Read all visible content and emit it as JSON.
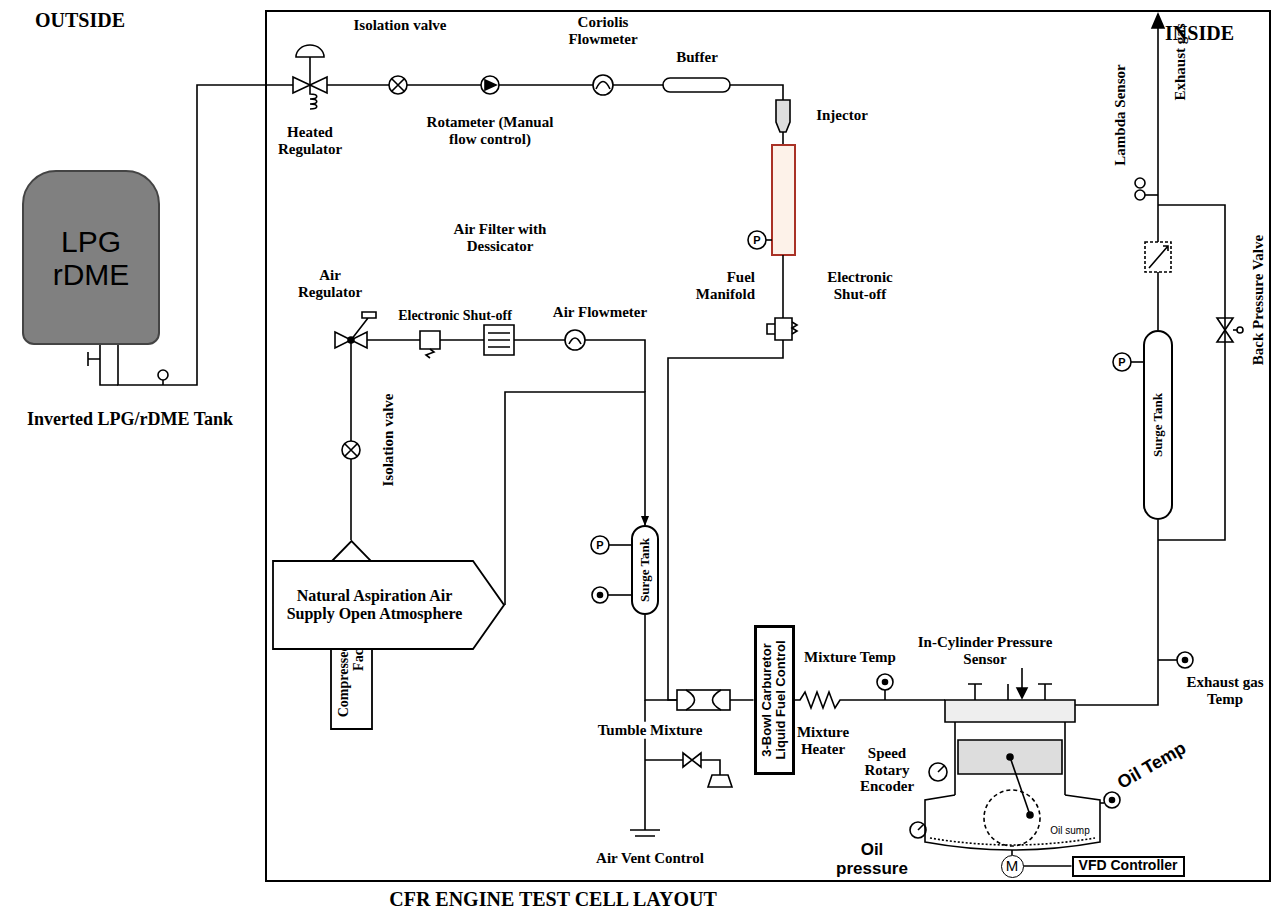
{
  "diagram": {
    "caption": "CFR ENGINE TEST CELL LAYOUT",
    "nodes": [
      {
        "text": [
          "INSIDE"
        ]
      },
      {
        "text": [
          "LPG rDME"
        ]
      },
      {
        "text": [
          "Compressed Air (EECL Facility)"
        ],
        "in": 0
      },
      {
        "text": [
          "Natural Aspiration Air Supply Open Atmosphere"
        ],
        "in": 0
      },
      {
        "text": [
          "Surge Tank"
        ],
        "in": 0
      },
      {
        "text": [
          "3-Bowl Carburetor Liquid Fuel Control"
        ],
        "in": 0
      },
      {
        "text": [
          "Surge Tank"
        ],
        "in": 0
      },
      {
        "text": [
          "M"
        ],
        "in": 0
      },
      {
        "text": [
          "VFD Controller"
        ],
        "in": 0
      }
    ],
    "edges": [
      {
        "from": 3,
        "to": 4,
        "arrow": "to"
      },
      {
        "from": 4,
        "to": 5,
        "arrow": "none"
      },
      {
        "from": 7,
        "to": 8,
        "arrow": "none"
      }
    ],
    "labels": [
      "OUTSIDE",
      "Heated Regulator",
      "Isolation valve",
      "Rotameter (Manual flow control)",
      "Coriolis Flowmeter",
      "Buffer",
      "Injector",
      "Fuel Manifold",
      "P",
      "Electronic Shut-off",
      "Air Filter with Dessicator",
      "Air Regulator",
      "Electronic Shut-off",
      "Air Flowmeter",
      "Isolation valve",
      "P",
      "Tumble Mixture",
      "Mixture Temp",
      "Mixture Heater",
      "In-Cylinder Pressure Sensor",
      "Lambda Sensor",
      "Exhaust gas",
      "Back Pressure Valve",
      "P",
      "Exhaust gas Temp",
      "Speed Rotary Encoder",
      "Oil Temp",
      "Oil pressure",
      "Oil sump",
      "Air Vent Control",
      "Inverted LPG/rDME Tank"
    ]
  }
}
